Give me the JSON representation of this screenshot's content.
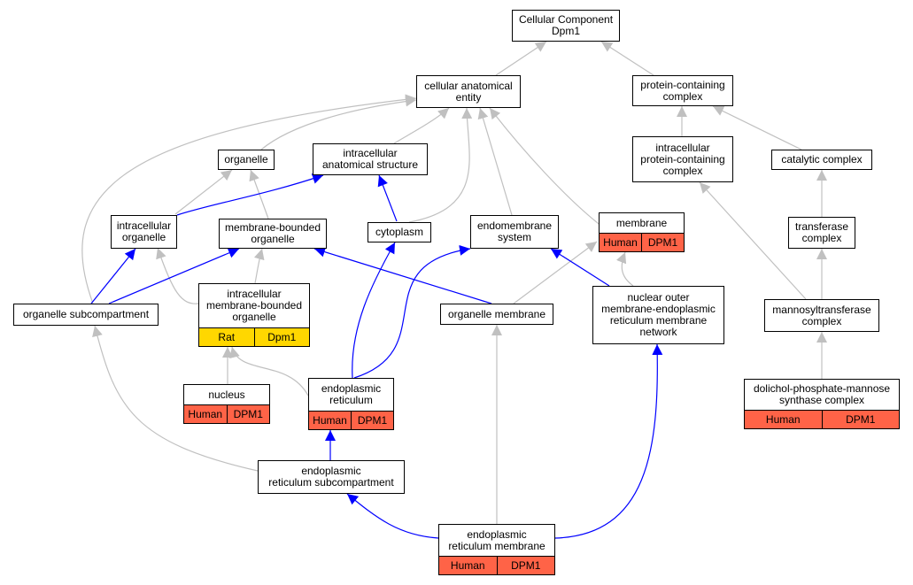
{
  "nodes": {
    "root": {
      "lines": [
        "Cellular Component",
        "Dpm1"
      ]
    },
    "cae": {
      "lines": [
        "cellular anatomical",
        "entity"
      ]
    },
    "pcc": {
      "lines": [
        "protein-containing",
        "complex"
      ]
    },
    "organelle": {
      "lines": [
        "organelle"
      ]
    },
    "ias": {
      "lines": [
        "intracellular",
        "anatomical structure"
      ]
    },
    "ipcc": {
      "lines": [
        "intracellular",
        "protein-containing",
        "complex"
      ]
    },
    "catalytic": {
      "lines": [
        "catalytic complex"
      ]
    },
    "io": {
      "lines": [
        "intracellular",
        "organelle"
      ]
    },
    "mbo": {
      "lines": [
        "membrane-bounded",
        "organelle"
      ]
    },
    "cytoplasm": {
      "lines": [
        "cytoplasm"
      ]
    },
    "endomembrane": {
      "lines": [
        "endomembrane",
        "system"
      ]
    },
    "membrane": {
      "lines": [
        "membrane"
      ],
      "tags": [
        "Human",
        "DPM1"
      ]
    },
    "transferase": {
      "lines": [
        "transferase",
        "complex"
      ]
    },
    "osc": {
      "lines": [
        "organelle subcompartment"
      ]
    },
    "imbo": {
      "lines": [
        "intracellular",
        "membrane-bounded",
        "organelle"
      ],
      "tags": [
        "Rat",
        "Dpm1"
      ]
    },
    "om": {
      "lines": [
        "organelle membrane"
      ]
    },
    "nuclear": {
      "lines": [
        "nuclear outer",
        "membrane-endoplasmic",
        "reticulum membrane",
        "network"
      ]
    },
    "mannosyl": {
      "lines": [
        "mannosyltransferase",
        "complex"
      ]
    },
    "nucleus": {
      "lines": [
        "nucleus"
      ],
      "tags": [
        "Human",
        "DPM1"
      ]
    },
    "er": {
      "lines": [
        "endoplasmic",
        "reticulum"
      ],
      "tags": [
        "Human",
        "DPM1"
      ]
    },
    "dolichol": {
      "lines": [
        "dolichol-phosphate-mannose",
        "synthase complex"
      ],
      "tags": [
        "Human",
        "DPM1"
      ]
    },
    "ersub": {
      "lines": [
        "endoplasmic",
        "reticulum subcompartment"
      ]
    },
    "erm": {
      "lines": [
        "endoplasmic",
        "reticulum membrane"
      ],
      "tags": [
        "Human",
        "DPM1"
      ]
    }
  },
  "colors": {
    "edge_gray": "#c0c0c0",
    "edge_blue": "#0000ff",
    "tag_human": "#ff6347",
    "tag_rat": "#ffd700"
  }
}
